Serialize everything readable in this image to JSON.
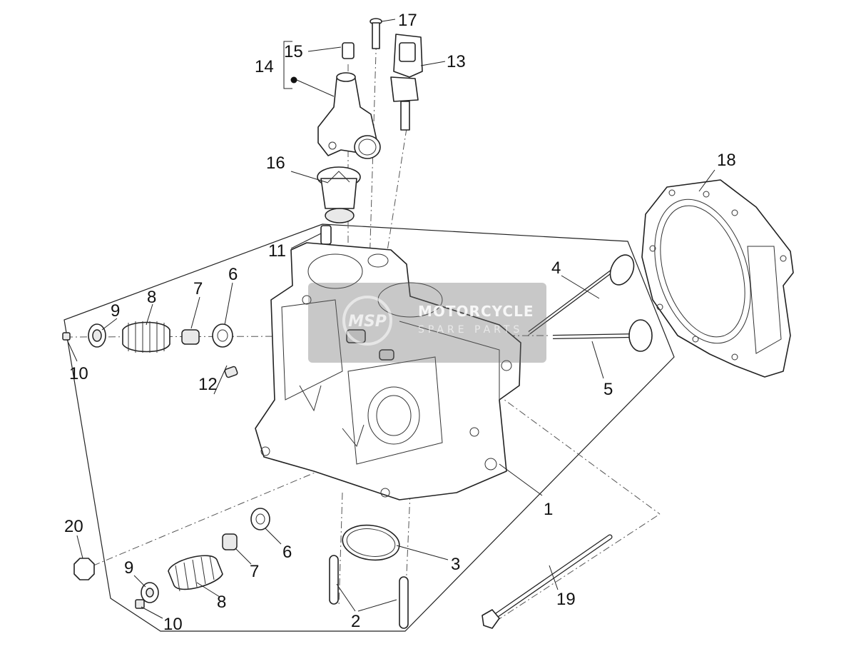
{
  "diagram": {
    "callouts": [
      {
        "id": "c1",
        "text": "1"
      },
      {
        "id": "c2",
        "text": "2"
      },
      {
        "id": "c3",
        "text": "3"
      },
      {
        "id": "c4",
        "text": "4"
      },
      {
        "id": "c5",
        "text": "5"
      },
      {
        "id": "c6a",
        "text": "6"
      },
      {
        "id": "c6b",
        "text": "6"
      },
      {
        "id": "c7a",
        "text": "7"
      },
      {
        "id": "c7b",
        "text": "7"
      },
      {
        "id": "c8a",
        "text": "8"
      },
      {
        "id": "c8b",
        "text": "8"
      },
      {
        "id": "c9a",
        "text": "9"
      },
      {
        "id": "c9b",
        "text": "9"
      },
      {
        "id": "c10a",
        "text": "10"
      },
      {
        "id": "c10b",
        "text": "10"
      },
      {
        "id": "c11",
        "text": "11"
      },
      {
        "id": "c12",
        "text": "12"
      },
      {
        "id": "c13",
        "text": "13"
      },
      {
        "id": "c14",
        "text": "14"
      },
      {
        "id": "c15",
        "text": "15"
      },
      {
        "id": "c16",
        "text": "16"
      },
      {
        "id": "c17",
        "text": "17"
      },
      {
        "id": "c18",
        "text": "18"
      },
      {
        "id": "c19",
        "text": "19"
      },
      {
        "id": "c20",
        "text": "20"
      }
    ]
  },
  "watermark": {
    "logo_text": "MSP",
    "name": "MOTORCYCLE",
    "subtitle": "SPARE PARTS"
  },
  "colors": {
    "line": "#222222",
    "label": "#111111",
    "background": "#ffffff",
    "watermark": "#6e6e6e"
  }
}
